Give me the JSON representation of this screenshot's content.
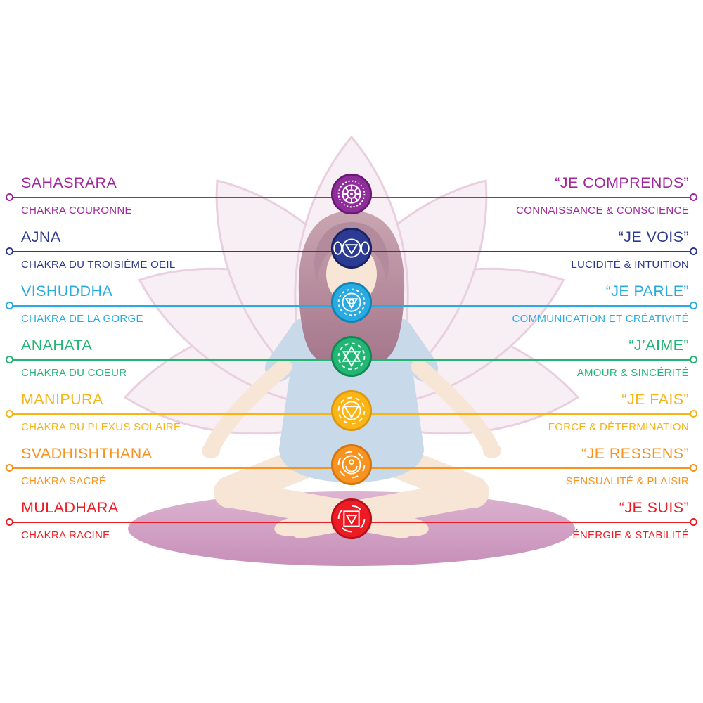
{
  "canvas": {
    "background": "#ffffff"
  },
  "rows": [
    {
      "name": "SAHASRARA",
      "subtitle": "CHAKRA COURONNE",
      "affirmation": "“JE COMPRENDS”",
      "description": "CONNAISSANCE & CONSCIENCE",
      "color": "#a2279e",
      "badge_fill": "#8f2d9a",
      "badge_ring": "#6a1a75",
      "symbol": "crown-lotus"
    },
    {
      "name": "AJNA",
      "subtitle": "CHAKRA DU TROISIÈME OEIL",
      "affirmation": "“JE VOIS”",
      "description": "LUCIDITÉ & INTUITION",
      "color": "#2b3990",
      "badge_fill": "#2b3a92",
      "badge_ring": "#182266",
      "symbol": "third-eye"
    },
    {
      "name": "VISHUDDHA",
      "subtitle": "CHAKRA DE LA GORGE",
      "affirmation": "“JE PARLE”",
      "description": "COMMUNICATION ET CRÉATIVITÉ",
      "color": "#29abe2",
      "badge_fill": "#29abe2",
      "badge_ring": "#0e84b8",
      "symbol": "throat"
    },
    {
      "name": "ANAHATA",
      "subtitle": "CHAKRA DU COEUR",
      "affirmation": "“J’AIME”",
      "description": "AMOUR & SINCÉRITÉ",
      "color": "#22b573",
      "badge_fill": "#22b573",
      "badge_ring": "#0f8a54",
      "symbol": "heart-star"
    },
    {
      "name": "MANIPURA",
      "subtitle": "CHAKRA DU PLEXUS SOLAIRE",
      "affirmation": "“JE FAIS”",
      "description": "FORCE & DÉTERMINATION",
      "color": "#f8b314",
      "badge_fill": "#fcb514",
      "badge_ring": "#dd9710",
      "symbol": "solar-plexus"
    },
    {
      "name": "SVADHISHTHANA",
      "subtitle": "CHAKRA SACRÉ",
      "affirmation": "“JE RESSENS”",
      "description": "SENSUALITÉ & PLAISIR",
      "color": "#f7931e",
      "badge_fill": "#f7931e",
      "badge_ring": "#d5750d",
      "symbol": "sacral-crescent"
    },
    {
      "name": "MULADHARA",
      "subtitle": "CHAKRA RACINE",
      "affirmation": "“JE SUIS”",
      "description": "ÉNERGIE & STABILITÉ",
      "color": "#ed1c24",
      "badge_fill": "#ed1c24",
      "badge_ring": "#b90f16",
      "symbol": "root-square"
    }
  ],
  "figure": {
    "skin": "#f7e6d6",
    "shirt": "#c8d9ea",
    "hair_top": "#c9a5b1",
    "hair_bottom": "#a6788c",
    "hair_front": "#b28b9c",
    "mat_top": "#dcb4d0",
    "mat_bottom": "#c78fb9",
    "lotus_fill": "#f8eff5",
    "lotus_stroke": "#e9cfdf"
  }
}
